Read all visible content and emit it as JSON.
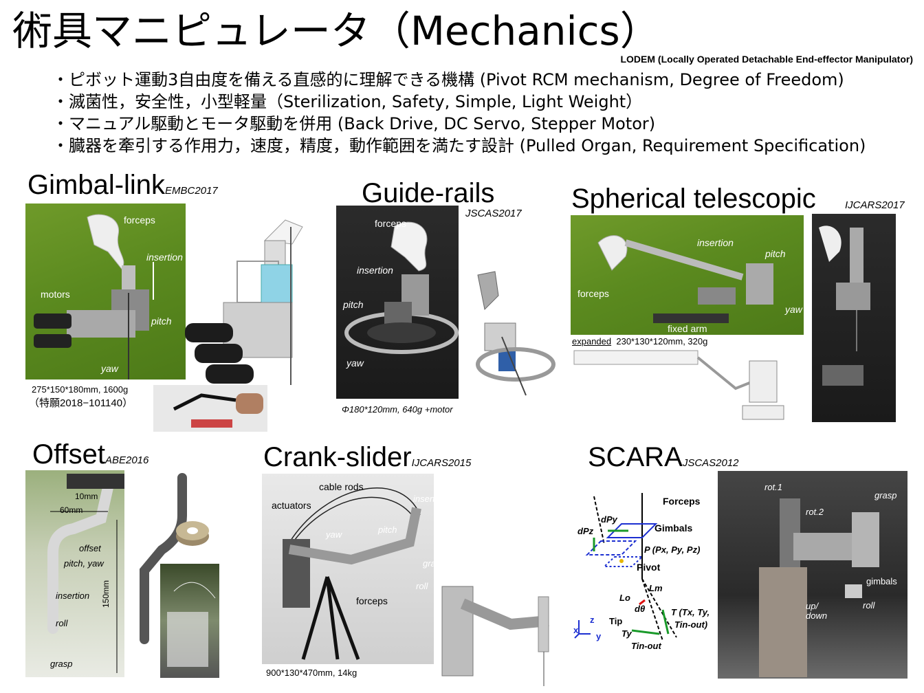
{
  "header": {
    "title": "術具マニピュレータ（Mechanics）",
    "lodem": "LODEM (Locally Operated Detachable End-effector Manipulator)"
  },
  "bullets": [
    "・ピボット運動3自由度を備える直感的に理解できる機構 (Pivot RCM mechanism, Degree of Freedom)",
    "・滅菌性，安全性，小型軽量（Sterilization, Safety, Simple, Light Weight）",
    "・マニュアル駆動とモータ駆動を併用 (Back Drive, DC Servo, Stepper Motor)",
    "・臓器を牽引する作用力，速度，精度，動作範囲を満たす設計 (Pulled Organ, Requirement Specification)"
  ],
  "gimbal": {
    "title": "Gimbal-link",
    "tag": "EMBC2017",
    "labels": {
      "forceps": "forceps",
      "insertion": "insertion",
      "motors": "motors",
      "pitch": "pitch",
      "yaw": "yaw"
    },
    "spec": "275*150*180mm, 1600g",
    "patent": "（特願2018−101140）"
  },
  "guide": {
    "title": "Guide-rails",
    "tag": "JSCAS2017",
    "labels": {
      "forceps": "forceps",
      "insertion": "insertion",
      "pitch": "pitch",
      "yaw": "yaw"
    },
    "spec": "Φ180*120mm, 640g +motor"
  },
  "spherical": {
    "title": "Spherical telescopic",
    "tag": "IJCARS2017",
    "labels": {
      "insertion": "insertion",
      "pitch": "pitch",
      "forceps": "forceps",
      "yaw": "yaw",
      "fixed_arm": "fixed arm"
    },
    "expanded": "expanded",
    "spec": "230*130*120mm, 320g"
  },
  "offset": {
    "title": "Offset",
    "tag": "ABE2016",
    "labels": {
      "d10": "10mm",
      "d60": "60mm",
      "offset": "offset",
      "pitch_yaw": "pitch, yaw",
      "insertion": "insertion",
      "roll": "roll",
      "grasp": "grasp",
      "d150": "150mm"
    }
  },
  "crank": {
    "title": "Crank-slider",
    "tag": "IJCARS2015",
    "labels": {
      "cable_rods": "cable rods",
      "actuators": "actuators",
      "insertion": "insertion",
      "yaw": "yaw",
      "pitch": "pitch",
      "grasp": "grasp",
      "roll": "roll",
      "forceps": "forceps"
    },
    "spec": "900*130*470mm, 14kg"
  },
  "scara": {
    "title": "SCARA",
    "tag": "JSCAS2012",
    "diagram": {
      "forceps": "Forceps",
      "dpy": "dPy",
      "dpz": "dPz",
      "gimbals": "Gimbals",
      "p": "P (Px, Py, Pz)",
      "pivot": "Pivot",
      "lm": "Lm",
      "lo": "Lo",
      "dtheta": "dθ",
      "t": "T (Tx, Ty,",
      "tin": "Tin-out)",
      "tip": "Tip",
      "ty": "Ty",
      "tinout": "Tin-out",
      "ax_z": "z",
      "ax_x": "x",
      "ax_y": "y"
    },
    "labels": {
      "rot1": "rot.1",
      "rot2": "rot.2",
      "grasp": "grasp",
      "gimbals": "gimbals",
      "roll": "roll",
      "updown": "up/\ndown"
    }
  }
}
